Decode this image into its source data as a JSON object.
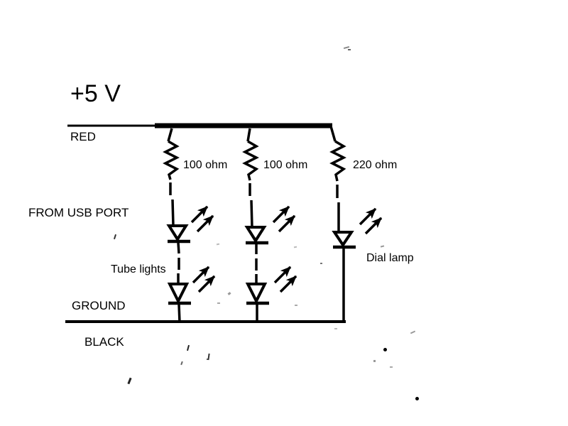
{
  "diagram": {
    "type": "circuit-schematic",
    "supply_label": "+5 V",
    "source_label": "FROM USB PORT",
    "ground_label": "GROUND",
    "wire_labels": {
      "positive": "RED",
      "negative": "BLACK"
    },
    "group_labels": {
      "tube_lights": "Tube lights",
      "dial_lamp": "Dial lamp"
    },
    "branches": [
      {
        "name": "tube-light-branch-1",
        "resistor": "100 ohm",
        "led_count": 2,
        "load": "Tube lights"
      },
      {
        "name": "tube-light-branch-2",
        "resistor": "100 ohm",
        "led_count": 2,
        "load": "Tube lights"
      },
      {
        "name": "dial-lamp-branch",
        "resistor": "220 ohm",
        "led_count": 1,
        "load": "Dial lamp"
      }
    ],
    "colors": {
      "ink": "#000000",
      "background": "#ffffff"
    }
  }
}
